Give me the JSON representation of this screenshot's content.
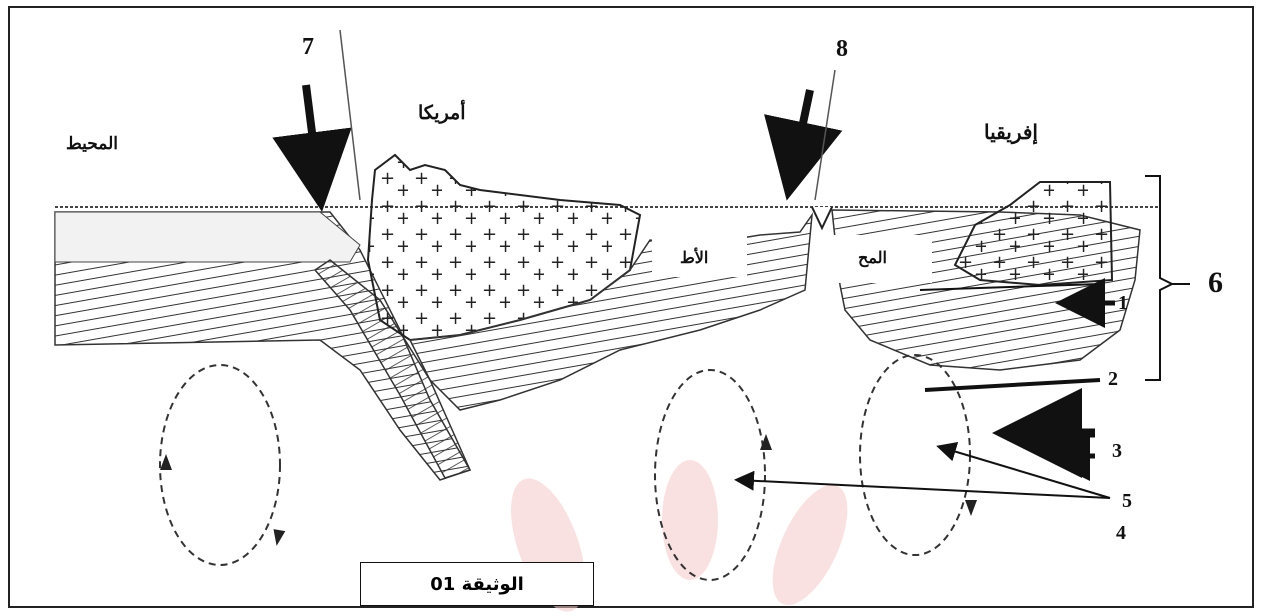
{
  "labels": {
    "ocean_left": "المحيط",
    "america": "أمريكا",
    "africa": "إفريقيا",
    "atlantic_partial": "الأط",
    "ocean_partial": "المح"
  },
  "numbers": {
    "n1": "1",
    "n2": "2",
    "n3": "3",
    "n4": "4",
    "n5": "5",
    "n6": "6",
    "n7": "7",
    "n8": "8"
  },
  "caption": "الوثيقة 01",
  "colors": {
    "ink": "#111111",
    "hatch": "#333333",
    "watermark": "#f6c9c9"
  }
}
